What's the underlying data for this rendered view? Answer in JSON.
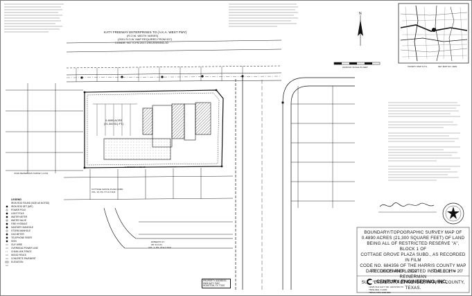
{
  "document": {
    "title_lines": [
      "BOUNDARY/TOPOGRAPHIC SURVEY MAP OF",
      "0.4890 ACRES (21,300 SQUARE FEET) OF LAND",
      "BEING ALL OF RESTRICTED RESERVE \"A\", BLOCK 1 OF",
      "COTTAGE GROVE PLAZA SUBD., AS RECORDED IN FILM",
      "CODE NO. 684356 OF THE HARRIS COUNTY MAP",
      "RECORDS AND LOCATED IN THE JOHN REINERMAN",
      "SURVEY, ABSTRACT NO. 642, HARRIS COUNTY,",
      "TEXAS."
    ],
    "date": "DATE: DECEMBER, 2022",
    "scale": "SCALE: 1\" = 20'",
    "firm_name": "CENTURY ENGINEERING, INC."
  },
  "labels": {
    "katy_row_1": "KATY FREEWAY ENTERPRISES TO (A.K.A. WEST FWY)",
    "katy_row_2": "(R.O.W. WIDTH VARIES)",
    "katy_row_3": "(2001 R.O.W. MAP REQUIRED FROM 007)",
    "katy_row_4": "CONDR. NO. ICFN-2017-230-2019-641-10",
    "graphic_scale": "GRAPHIC SCALE IN FEET",
    "tract_area": "0.4890 ACRE",
    "tract_sqft": "(21,300 SQ.FT.)",
    "bearing_south": "S 87°55'39\" W 200.00'",
    "john_survey": "JOHN REINERMAN SURVEY, A-642",
    "cottage_grove": "COTTAGE GROVE PLAZA SUBD.",
    "film_code": "VOL. 34, PG. 57 H.C.M.R.",
    "roberts_st": "ROBERTS ST.",
    "roberts_row": "(50' R.O.W.)",
    "roberts_vol": "VOL. 2, PG. 70 H.C.M.R.",
    "legend_title": "LEGEND",
    "vicinity_map": "VICINITY MAP N.T.S.",
    "key_map": "KEY MAP NO. 492S"
  },
  "legend_items": [
    "IRON ROD FOUND (SIZE AS NOTED)",
    "IRON ROD SET (5/8\")",
    "POWER POLE",
    "LIGHT POLE",
    "WATER METER",
    "WATER VALVE",
    "FIRE HYDRANT",
    "SANITARY MANHOLE",
    "STORM MANHOLE",
    "GAS METER",
    "TELEPHONE RISER",
    "SIGN",
    "GUY WIRE",
    "OVERHEAD POWER LINE",
    "CHAIN LINK FENCE",
    "WOOD FENCE",
    "CONCRETE PAVEMENT",
    "ELEVATION"
  ],
  "address_box": {
    "line1": "PROPERTY ADDRESS",
    "line2": "5008 KATY FWY",
    "line3": "HOUSTON, TX 77007"
  },
  "footer": {
    "line1": "12525 OLD KATY RD. HOUSTON TX",
    "line2": "TBPE REG. F-2000",
    "line3": "TBPLS FIRM 10064800"
  }
}
